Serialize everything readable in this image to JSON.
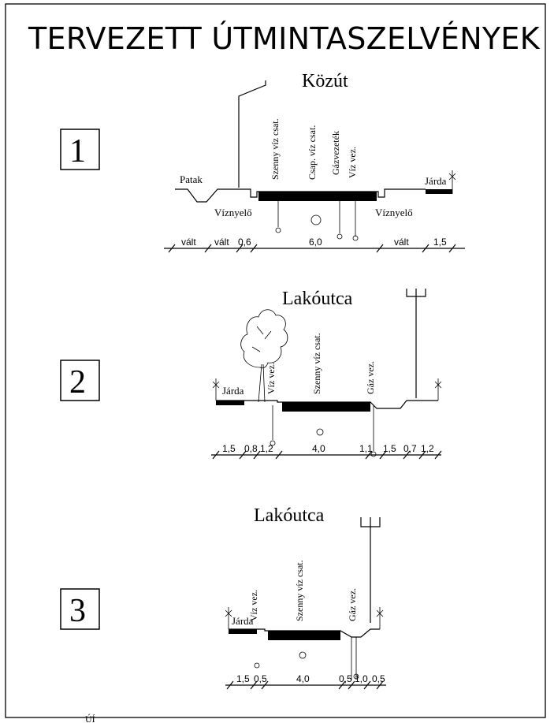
{
  "title": "TERVEZETT ÚTMINTASZELVÉNYEK",
  "sections": [
    {
      "number": "1",
      "title": "Közút",
      "labels": {
        "left_water": "Patak",
        "sidewalk": "Járda",
        "drain_left": "Víznyelő",
        "drain_right": "Víznyelő"
      },
      "utilities": [
        "Szenny víz csat.",
        "Csap. víz csat.",
        "Gázvezeték",
        "Víz vez."
      ],
      "dimensions": [
        "vált",
        "vált",
        "0,6",
        "6,0",
        "vált",
        "1,5"
      ]
    },
    {
      "number": "2",
      "title": "Lakóutca",
      "labels": {
        "sidewalk": "Járda"
      },
      "utilities": [
        "Víz vez.",
        "Szenny víz csat.",
        "Gáz vez."
      ],
      "dimensions": [
        "1,5",
        "0,8",
        "1,2",
        "4,0",
        "1,1",
        "1,5",
        "0,7",
        "1,2"
      ]
    },
    {
      "number": "3",
      "title": "Lakóutca",
      "labels": {
        "sidewalk": "Járda"
      },
      "utilities": [
        "Víz vez.",
        "Szenny víz csat.",
        "Gáz vez."
      ],
      "dimensions": [
        "1,5",
        "0,5",
        "4,0",
        "0,5",
        "1,0",
        "0,5"
      ]
    }
  ],
  "footer": "ÚÍ"
}
